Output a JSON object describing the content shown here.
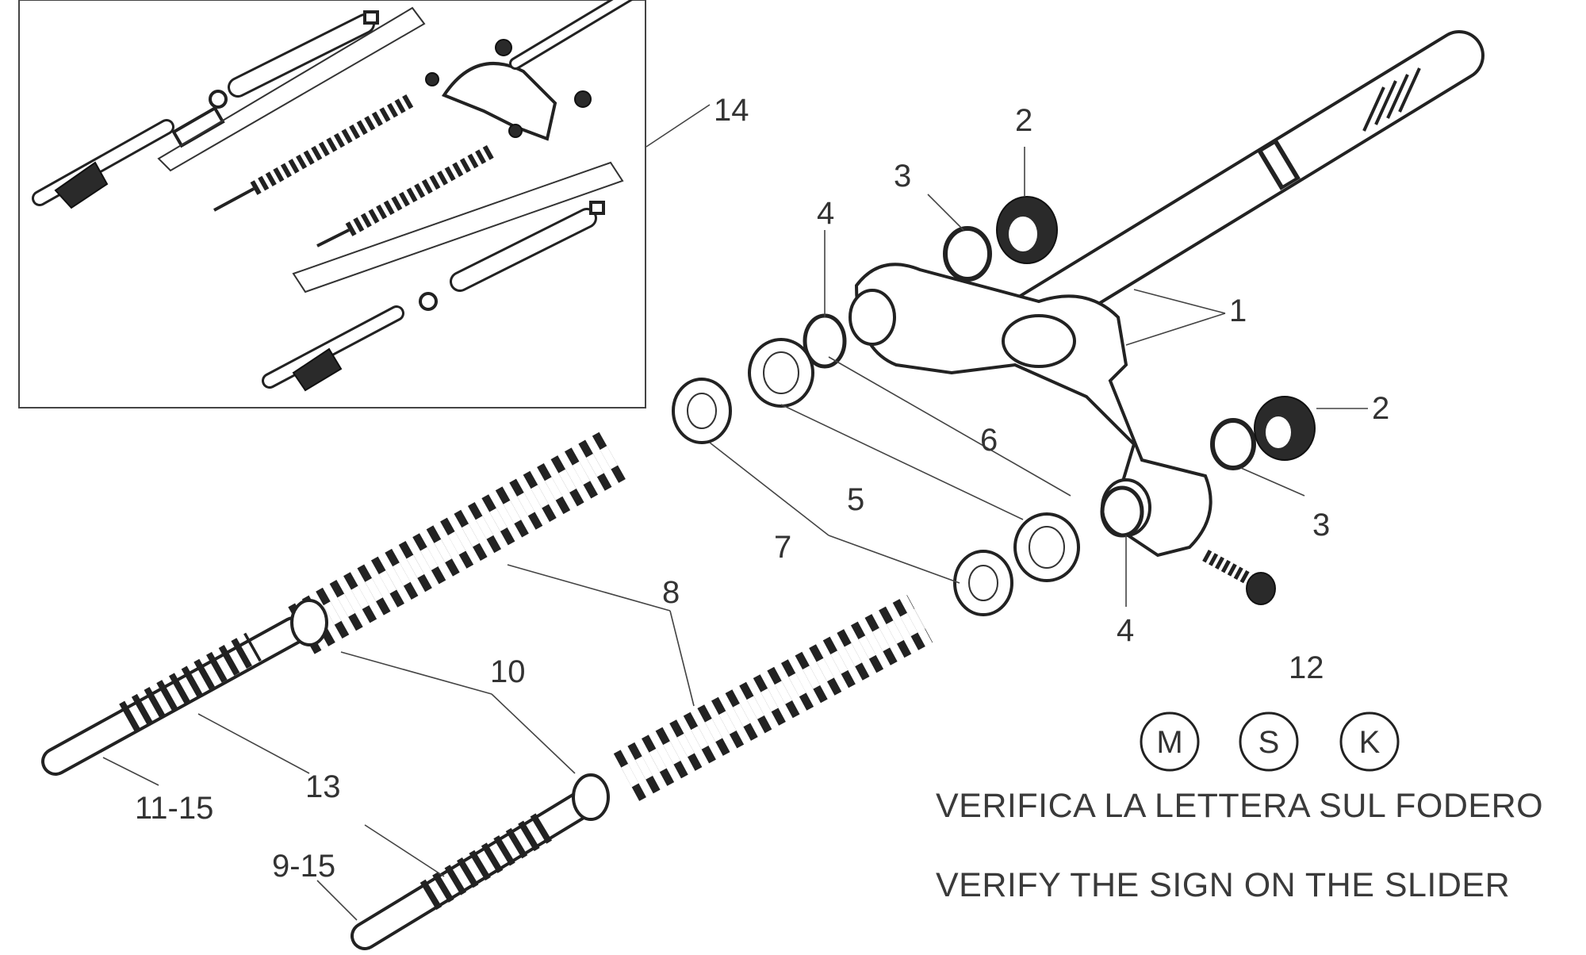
{
  "callouts": {
    "c1": "1",
    "c2a": "2",
    "c2b": "2",
    "c3a": "3",
    "c3b": "3",
    "c4a": "4",
    "c4b": "4",
    "c5": "5",
    "c6": "6",
    "c7": "7",
    "c8": "8",
    "c10": "10",
    "c11_15": "11-15",
    "c12": "12",
    "c13": "13",
    "c9_15": "9-15",
    "c14": "14"
  },
  "variants": [
    "M",
    "S",
    "K"
  ],
  "notes": {
    "italian": "VERIFICA LA LETTERA SUL FODERO",
    "english": "VERIFY THE SIGN ON THE SLIDER"
  },
  "colors": {
    "line": "#222222",
    "text": "#333333",
    "background": "#ffffff"
  }
}
